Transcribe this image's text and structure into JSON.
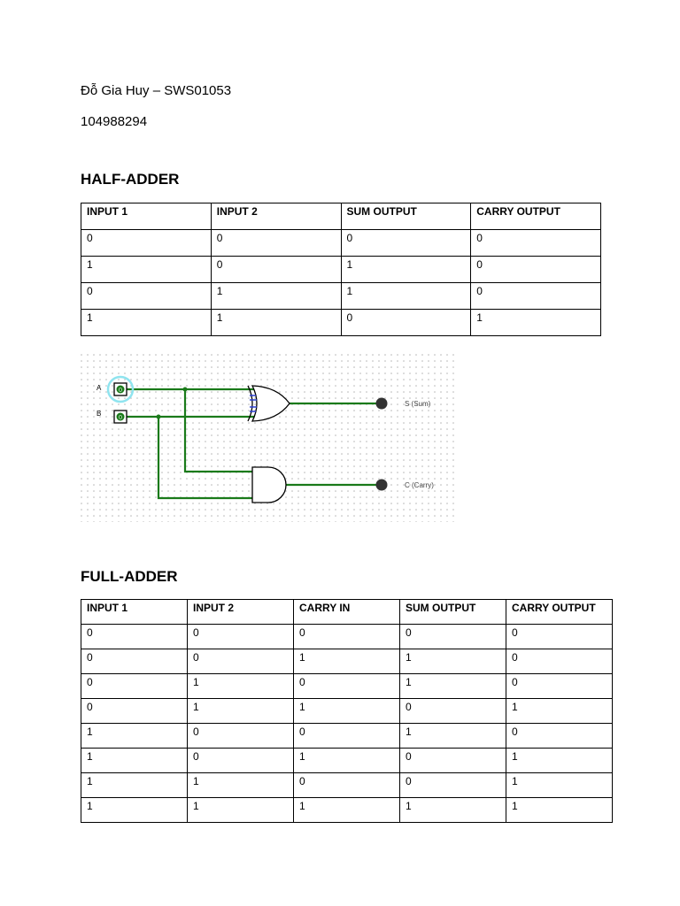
{
  "author": "Đỗ Gia Huy – SWS01053",
  "student_id": "104988294",
  "half_adder": {
    "title": "HALF-ADDER",
    "headers": [
      "INPUT 1",
      "INPUT 2",
      "SUM OUTPUT",
      "CARRY OUTPUT"
    ],
    "rows": [
      [
        "0",
        "0",
        "0",
        "0"
      ],
      [
        "1",
        "0",
        "1",
        "0"
      ],
      [
        "0",
        "1",
        "1",
        "0"
      ],
      [
        "1",
        "1",
        "0",
        "1"
      ]
    ]
  },
  "circuit": {
    "input_a_label": "A",
    "input_b_label": "B",
    "input_a_value": "0",
    "input_b_value": "0",
    "sum_label": "S (Sum)",
    "carry_label": "C (Carry)",
    "wire_color": "#1a7a1a",
    "highlight_color": "#8fe4ef"
  },
  "full_adder": {
    "title": "FULL-ADDER",
    "headers": [
      "INPUT 1",
      "INPUT 2",
      "CARRY IN",
      "SUM OUTPUT",
      "CARRY OUTPUT"
    ],
    "rows": [
      [
        "0",
        "0",
        "0",
        "0",
        "0"
      ],
      [
        "0",
        "0",
        "1",
        "1",
        "0"
      ],
      [
        "0",
        "1",
        "0",
        "1",
        "0"
      ],
      [
        "0",
        "1",
        "1",
        "0",
        "1"
      ],
      [
        "1",
        "0",
        "0",
        "1",
        "0"
      ],
      [
        "1",
        "0",
        "1",
        "0",
        "1"
      ],
      [
        "1",
        "1",
        "0",
        "0",
        "1"
      ],
      [
        "1",
        "1",
        "1",
        "1",
        "1"
      ]
    ]
  }
}
